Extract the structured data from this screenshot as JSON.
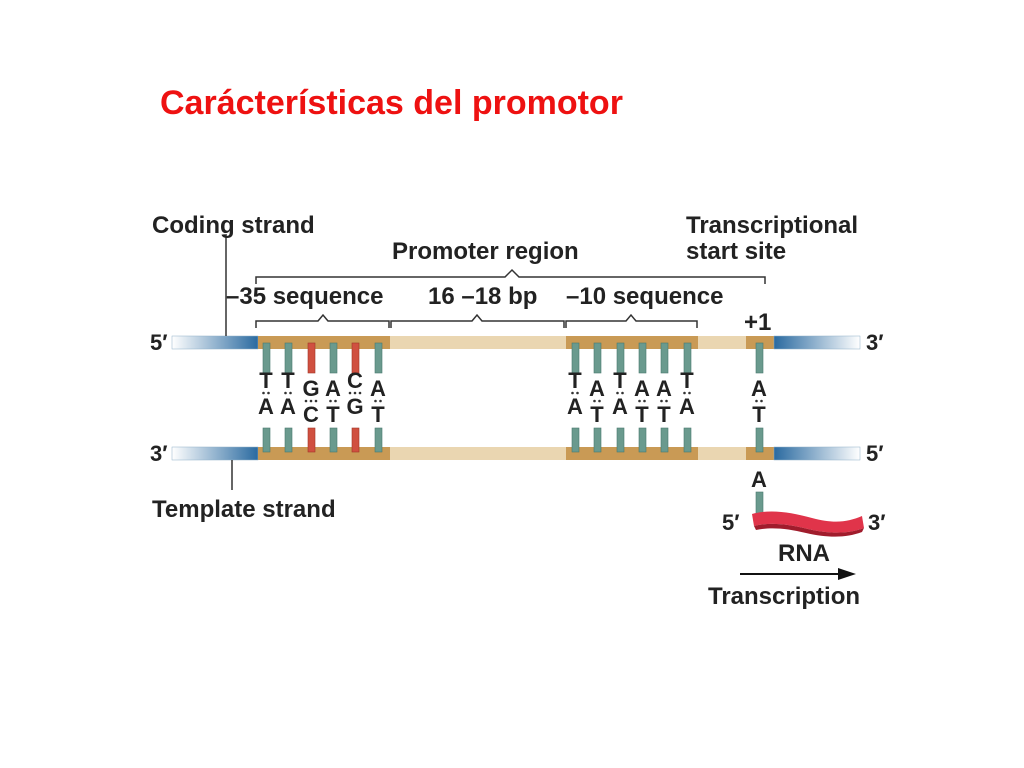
{
  "title": "Carácterísticas del promotor",
  "colors": {
    "title": "#ee1111",
    "promoter_box": "#c99a55",
    "spacer": "#ead6b1",
    "dna_blue": "#2a6aa0",
    "at_pair": "#6a9a8e",
    "gc_pair": "#d05040",
    "rna": "#e0344a"
  },
  "labels": {
    "coding_strand": "Coding strand",
    "template_strand": "Template strand",
    "promoter_region": "Promoter region",
    "start_site_line1": "Transcriptional",
    "start_site_line2": "start site",
    "minus35": "–35 sequence",
    "spacer": "16 –18 bp",
    "minus10": "–10 sequence",
    "plus1": "+1",
    "rna": "RNA",
    "transcription": "Transcription"
  },
  "strand_ends": {
    "top_left": "5′",
    "top_right": "3′",
    "bottom_left": "3′",
    "bottom_right": "5′",
    "rna_left": "5′",
    "rna_right": "3′"
  },
  "minus35_pairs": [
    {
      "top": "T",
      "bottom": "A",
      "type": "AT"
    },
    {
      "top": "T",
      "bottom": "A",
      "type": "AT"
    },
    {
      "top": "G",
      "bottom": "C",
      "type": "GC"
    },
    {
      "top": "A",
      "bottom": "T",
      "type": "AT"
    },
    {
      "top": "C",
      "bottom": "G",
      "type": "GC"
    },
    {
      "top": "A",
      "bottom": "T",
      "type": "AT"
    }
  ],
  "minus10_pairs": [
    {
      "top": "T",
      "bottom": "A",
      "type": "AT"
    },
    {
      "top": "A",
      "bottom": "T",
      "type": "AT"
    },
    {
      "top": "T",
      "bottom": "A",
      "type": "AT"
    },
    {
      "top": "A",
      "bottom": "T",
      "type": "AT"
    },
    {
      "top": "A",
      "bottom": "T",
      "type": "AT"
    },
    {
      "top": "T",
      "bottom": "A",
      "type": "AT"
    }
  ],
  "start_pair": {
    "top": "A",
    "bottom": "T",
    "type": "AT"
  },
  "rna_first_base": "A"
}
